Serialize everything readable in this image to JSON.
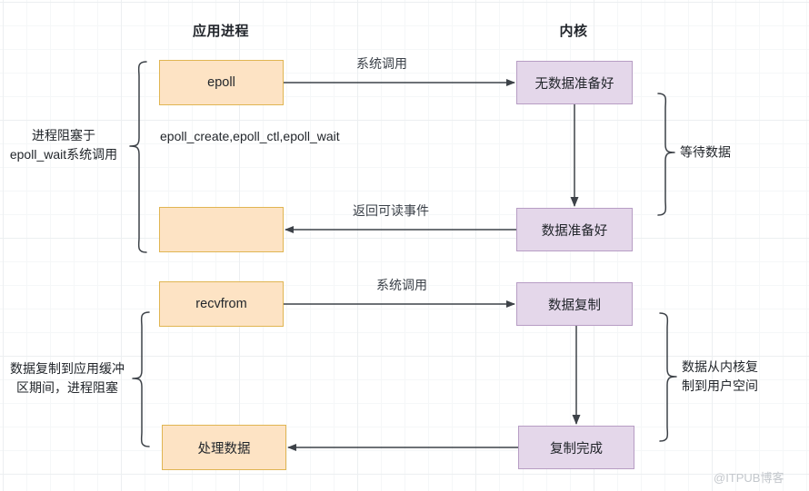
{
  "diagram": {
    "title_app": "应用进程",
    "title_kernel": "内核",
    "watermark": "@ITPUB博客",
    "colors": {
      "app_fill": "#fde3c4",
      "app_border": "#e0b552",
      "kernel_fill": "#e4d7ea",
      "kernel_border": "#b79dc4",
      "arrow": "#3d4248",
      "grid": "#eceff1"
    }
  },
  "nodes": {
    "epoll": "epoll",
    "app_empty": "",
    "recvfrom": "recvfrom",
    "process_data": "处理数据",
    "no_data_ready": "无数据准备好",
    "data_ready": "数据准备好",
    "data_copy": "数据复制",
    "copy_done": "复制完成"
  },
  "edge_labels": {
    "syscall_top": "系统调用",
    "return_readable_event": "返回可读事件",
    "syscall_bottom": "系统调用"
  },
  "notes": {
    "epoll_funcs": "epoll_create,epoll_ctl,epoll_wait"
  },
  "brace_labels": {
    "left_top": "进程阻塞于\nepoll_wait系统调用",
    "right_top": "等待数据",
    "left_bottom": "数据复制到应用缓冲\n区期间，进程阻塞",
    "right_bottom": "数据从内核复\n制到用户空间"
  }
}
